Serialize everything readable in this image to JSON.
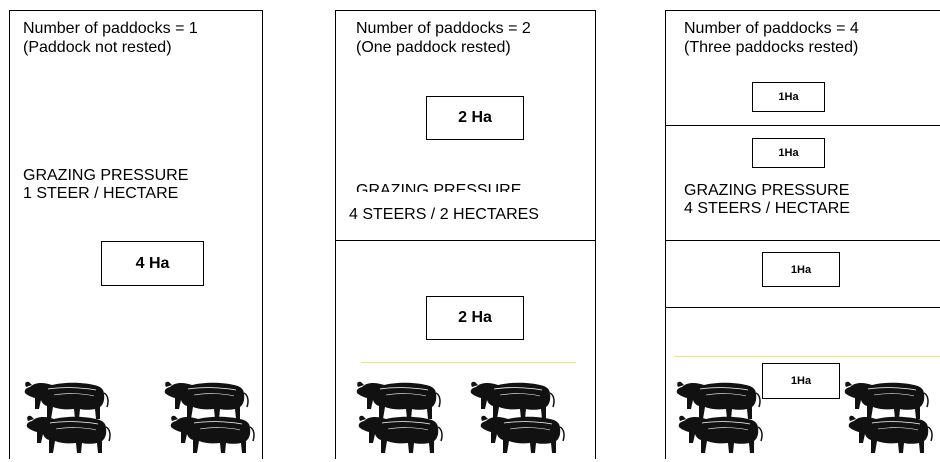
{
  "panels": [
    {
      "title_line1": "Number of paddocks = 1",
      "title_line2": "(Paddock not rested)",
      "pressure_line1": "GRAZING PRESSURE",
      "pressure_line2": "1 STEER / HECTARE",
      "areas": [
        "4 Ha"
      ]
    },
    {
      "title_line1": "Number of paddocks = 2",
      "title_line2": "(One paddock rested)",
      "pressure_line1": "GRAZING PRESSURE",
      "pressure_line2": "4 STEERS / 2 HECTARES",
      "areas": [
        "2 Ha",
        "2 Ha"
      ]
    },
    {
      "title_line1": "Number of paddocks = 4",
      "title_line2": "(Three paddocks rested)",
      "pressure_line1": "GRAZING PRESSURE",
      "pressure_line2": "4 STEERS / HECTARE",
      "areas": [
        "1Ha",
        "1Ha",
        "1Ha",
        "1Ha"
      ]
    }
  ],
  "cattle_per_panel": 4,
  "icons": [
    "steer-icon"
  ]
}
